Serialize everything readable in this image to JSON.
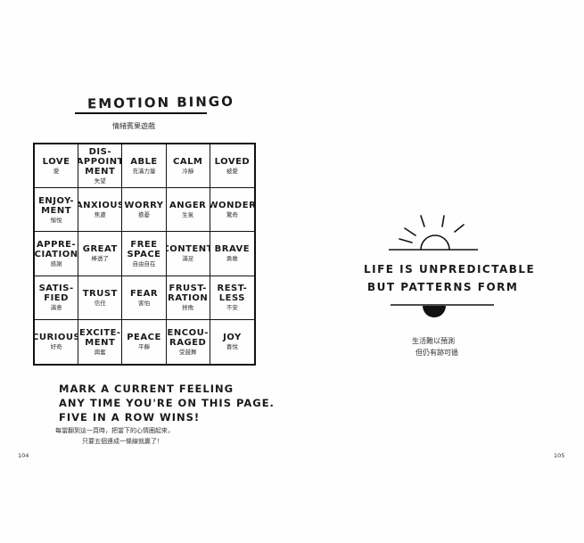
{
  "left_page": {
    "title": "EMOTION BINGO",
    "subtitle": "情緒賓果遊戲",
    "grid": [
      [
        {
          "en": "LOVE",
          "zh": "愛"
        },
        {
          "en": "DIS-\nAPPOINT\nMENT",
          "zh": "失望"
        },
        {
          "en": "ABLE",
          "zh": "充滿力量"
        },
        {
          "en": "CALM",
          "zh": "冷靜"
        },
        {
          "en": "LOVED",
          "zh": "被愛"
        }
      ],
      [
        {
          "en": "ENJOY-\nMENT",
          "zh": "愉悅"
        },
        {
          "en": "ANXIOUS",
          "zh": "焦慮"
        },
        {
          "en": "WORRY",
          "zh": "擔憂"
        },
        {
          "en": "ANGER",
          "zh": "生氣"
        },
        {
          "en": "WONDER",
          "zh": "驚奇"
        }
      ],
      [
        {
          "en": "APPRE-\nCIATION",
          "zh": "感謝"
        },
        {
          "en": "GREAT",
          "zh": "棒透了"
        },
        {
          "en": "FREE\nSPACE",
          "zh": "自由自在"
        },
        {
          "en": "CONTENT",
          "zh": "滿足"
        },
        {
          "en": "BRAVE",
          "zh": "勇敢"
        }
      ],
      [
        {
          "en": "SATIS-\nFIED",
          "zh": "滿意"
        },
        {
          "en": "TRUST",
          "zh": "信任"
        },
        {
          "en": "FEAR",
          "zh": "害怕"
        },
        {
          "en": "FRUST-\nRATION",
          "zh": "挫敗"
        },
        {
          "en": "REST-\nLESS",
          "zh": "不安"
        }
      ],
      [
        {
          "en": "CURIOUS",
          "zh": "好奇"
        },
        {
          "en": "EXCITE-\nMENT",
          "zh": "興奮"
        },
        {
          "en": "PEACE",
          "zh": "平靜"
        },
        {
          "en": "ENCOU-\nRAGED",
          "zh": "受鼓舞"
        },
        {
          "en": "JOY",
          "zh": "喜悅"
        }
      ]
    ],
    "instructions": {
      "line1": "MARK A CURRENT FEELING",
      "line2": "ANY TIME YOU'RE ON THIS PAGE.",
      "line3": "FIVE IN A ROW WINS!",
      "zh_line1": "每當翻到這一頁時，把當下的心情圈起來，",
      "zh_line2": "只要五個連成一條線就贏了！"
    },
    "page_number": "104"
  },
  "right_page": {
    "line1": "LIFE IS UNPREDICTABLE",
    "line2": "BUT PATTERNS FORM",
    "zh_line1": "生活難以預測",
    "zh_line2": "但仍有跡可循",
    "page_number": "105"
  },
  "colors": {
    "ink": "#1a1a1a",
    "paper": "#fefefe"
  }
}
